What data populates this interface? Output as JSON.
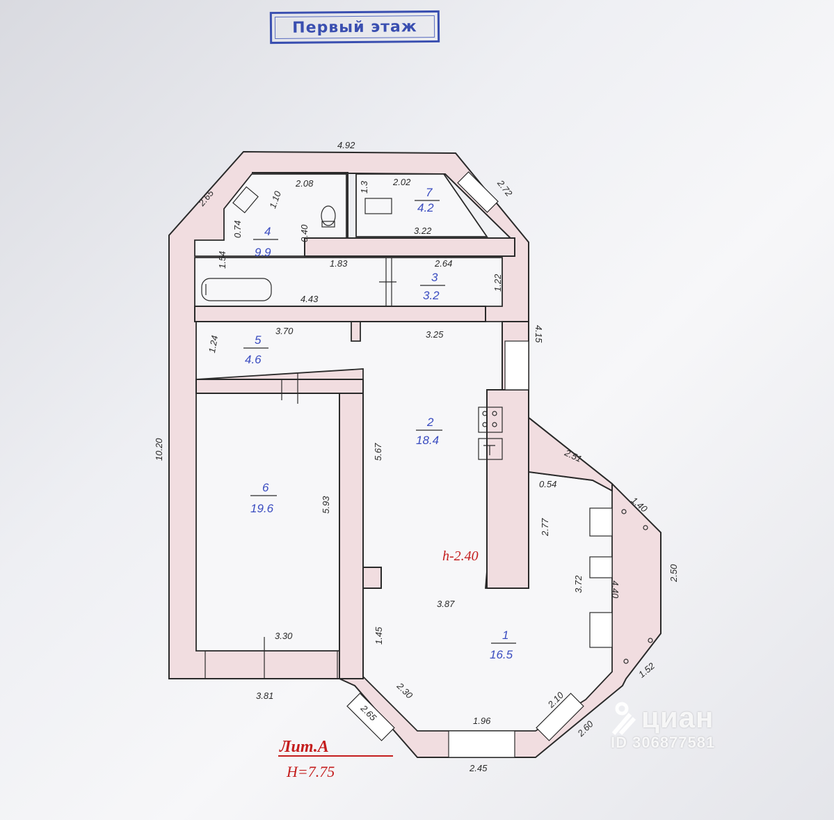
{
  "title": "Первый этаж",
  "dimensions": {
    "top_width": "4.92",
    "nw_corner": "2.65",
    "ne_corner": "2.72",
    "room4_top": "2.08",
    "room7_top": "2.02",
    "room7_left": "1.3",
    "room7_bottom": "3.22",
    "room4_small_a": "1.10",
    "room4_small_b": "0.74",
    "room4_small_c": "0.40",
    "bath_side": "1.54",
    "hall_top": "1.83",
    "room3_top": "2.64",
    "room3_right": "1.22",
    "bath_bottom": "4.43",
    "right_upper": "4.15",
    "room5_top": "3.70",
    "room5_side": "1.24",
    "room2_top": "3.25",
    "left_total": "10.20",
    "room6_right": "5.93",
    "room2_left": "5.67",
    "right_diag": "2.51",
    "inner_top": "0.54",
    "inner_side": "2.77",
    "bay_a": "1.40",
    "bay_b": "2.50",
    "bay_c": "3.72",
    "bay_d": "4.40",
    "bay_e": "1.52",
    "room1_top": "3.87",
    "room1_left": "1.45",
    "room6_bottom": "3.30",
    "outer_bottom_left": "3.81",
    "sw_diag_in": "2.30",
    "sw_diag_out": "2.65",
    "bottom_in": "1.96",
    "bottom_out": "2.45",
    "se_diag_in": "2.10",
    "se_diag_out": "2.60"
  },
  "rooms": [
    {
      "number": "1",
      "area": "16.5"
    },
    {
      "number": "2",
      "area": "18.4"
    },
    {
      "number": "3",
      "area": "3.2"
    },
    {
      "number": "4",
      "area": "9.9"
    },
    {
      "number": "5",
      "area": "4.6"
    },
    {
      "number": "6",
      "area": "19.6"
    },
    {
      "number": "7",
      "area": "4.2"
    }
  ],
  "ceiling_height": "h-2.40",
  "lit_label": "Лит.А",
  "total_height": "H=7.75",
  "watermark": {
    "brand": "циан",
    "id": "ID 306877581"
  },
  "colors": {
    "wall_fill": "#f1dde0",
    "room_label": "#3a4cc0",
    "red_label": "#c41d1d",
    "stamp": "#3a4fb0"
  }
}
